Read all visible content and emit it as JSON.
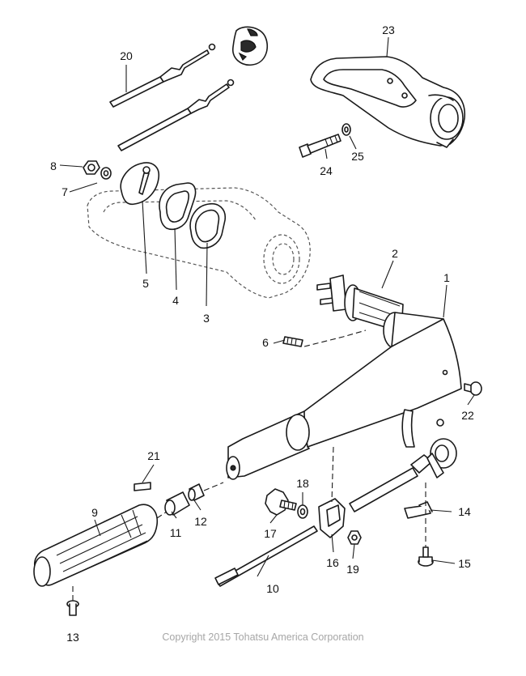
{
  "callouts": {
    "c1": "1",
    "c2": "2",
    "c3": "3",
    "c4": "4",
    "c5": "5",
    "c6": "6",
    "c7": "7",
    "c8": "8",
    "c9": "9",
    "c10": "10",
    "c11": "11",
    "c12": "12",
    "c13": "13",
    "c14": "14",
    "c15": "15",
    "c16": "16",
    "c17": "17",
    "c18": "18",
    "c19": "19",
    "c20": "20",
    "c21": "21",
    "c22": "22",
    "c23": "23",
    "c24": "24",
    "c25": "25"
  },
  "copyright": "Copyright 2015 Tohatsu America Corporation"
}
